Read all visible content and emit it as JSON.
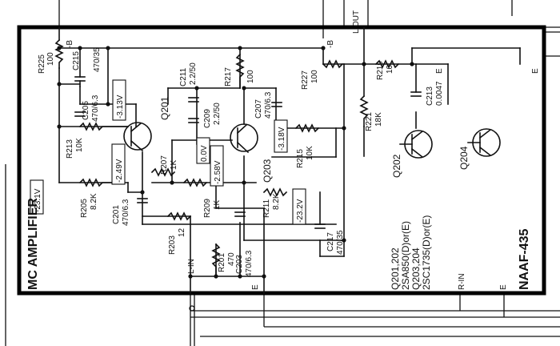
{
  "title": "MC AMPLIFIER",
  "board_id": "NAAF-435",
  "parts_note": [
    "Q201,202",
    "2SA850(D)or(E)",
    "Q203,204",
    "2SC1735(D)or(E)"
  ],
  "terminals": {
    "b_top": "-B",
    "b_right": "-B",
    "l_out": "L OUT",
    "l_in": "L-IN",
    "r_in": "R-IN",
    "e1": "E",
    "e2": "E",
    "e3": "E",
    "e4": "E"
  },
  "transistors": {
    "q201": "Q201",
    "q203": "Q203",
    "q202": "Q202",
    "q204": "Q204"
  },
  "resistors": {
    "r225": [
      "R225",
      "100"
    ],
    "r213": [
      "R213",
      "10K"
    ],
    "r207": [
      "R207",
      "1K"
    ],
    "r205": [
      "R205",
      "8.2K"
    ],
    "r209": [
      "R209",
      "1K"
    ],
    "r211": [
      "R211",
      "8.2K"
    ],
    "r217": [
      "R217",
      "100"
    ],
    "r215": [
      "R215",
      "10K"
    ],
    "r227": [
      "R227",
      "100"
    ],
    "r219": [
      "R219",
      "10"
    ],
    "r221": [
      "R221",
      "18K"
    ],
    "r203": [
      "R203",
      "12"
    ],
    "r201": [
      "R201",
      "470"
    ]
  },
  "capacitors": {
    "c215": [
      "C215",
      "470/35"
    ],
    "c205": [
      "C205",
      "470/6.3"
    ],
    "c211": [
      "C211",
      "2.2/50"
    ],
    "c209": [
      "C209",
      "2.2/50"
    ],
    "c207": [
      "C207",
      "470/6.3"
    ],
    "c213": [
      "C213",
      "0.0047"
    ],
    "c201": [
      "C201",
      "470/6.3"
    ],
    "c203": [
      "C203",
      "470/6.3"
    ],
    "c217": [
      "C217",
      "470/35"
    ]
  },
  "voltages": {
    "v1": "-3.13V",
    "v2": "-2.49V",
    "v3": "-23.1V",
    "v4": "0.0V",
    "v5": "-2.58V",
    "v6": "-3.18V",
    "v7": "-23.2V"
  }
}
